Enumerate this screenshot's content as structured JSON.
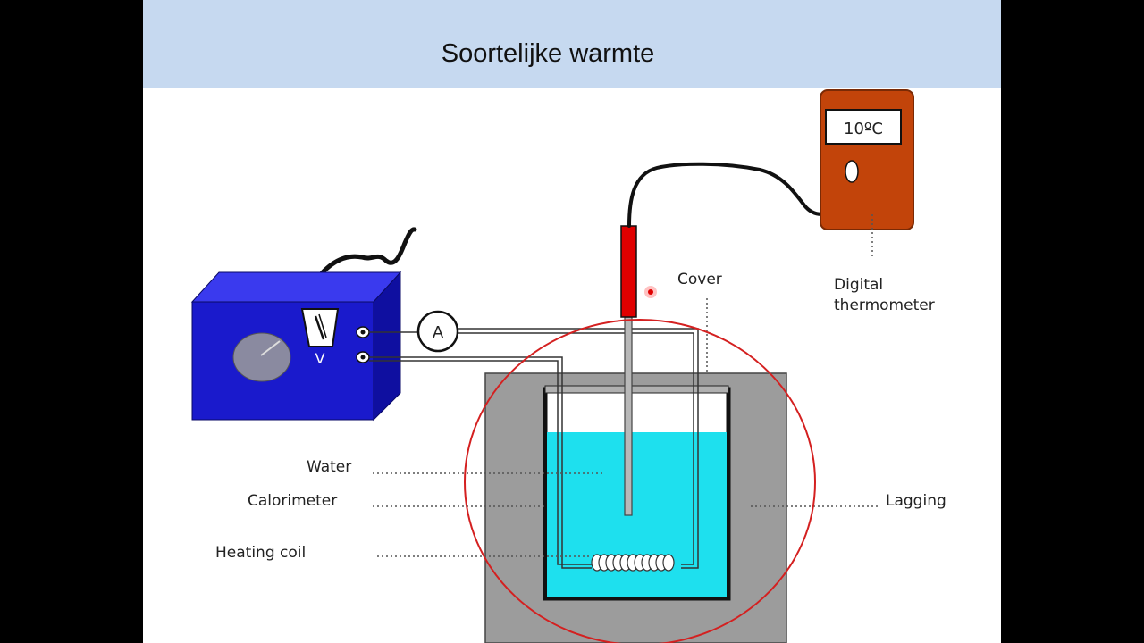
{
  "slide": {
    "title": "Soortelijke warmte"
  },
  "diagram": {
    "thermometer_display": "10ºC",
    "ammeter_symbol": "A",
    "voltmeter_symbol": "V",
    "labels": {
      "cover": "Cover",
      "digital": "Digital",
      "thermometer": "thermometer",
      "water": "Water",
      "calorimeter": "Calorimeter",
      "heating_coil": "Heating coil",
      "lagging": "Lagging"
    },
    "colors": {
      "title_bar": "#c6d9f0",
      "power_supply": "#1a1acc",
      "thermometer_case": "#c2440a",
      "water": "#1ee0ee",
      "lagging": "#9c9c9c",
      "probe": "#e00000",
      "highlight_circle": "#d42020"
    }
  }
}
